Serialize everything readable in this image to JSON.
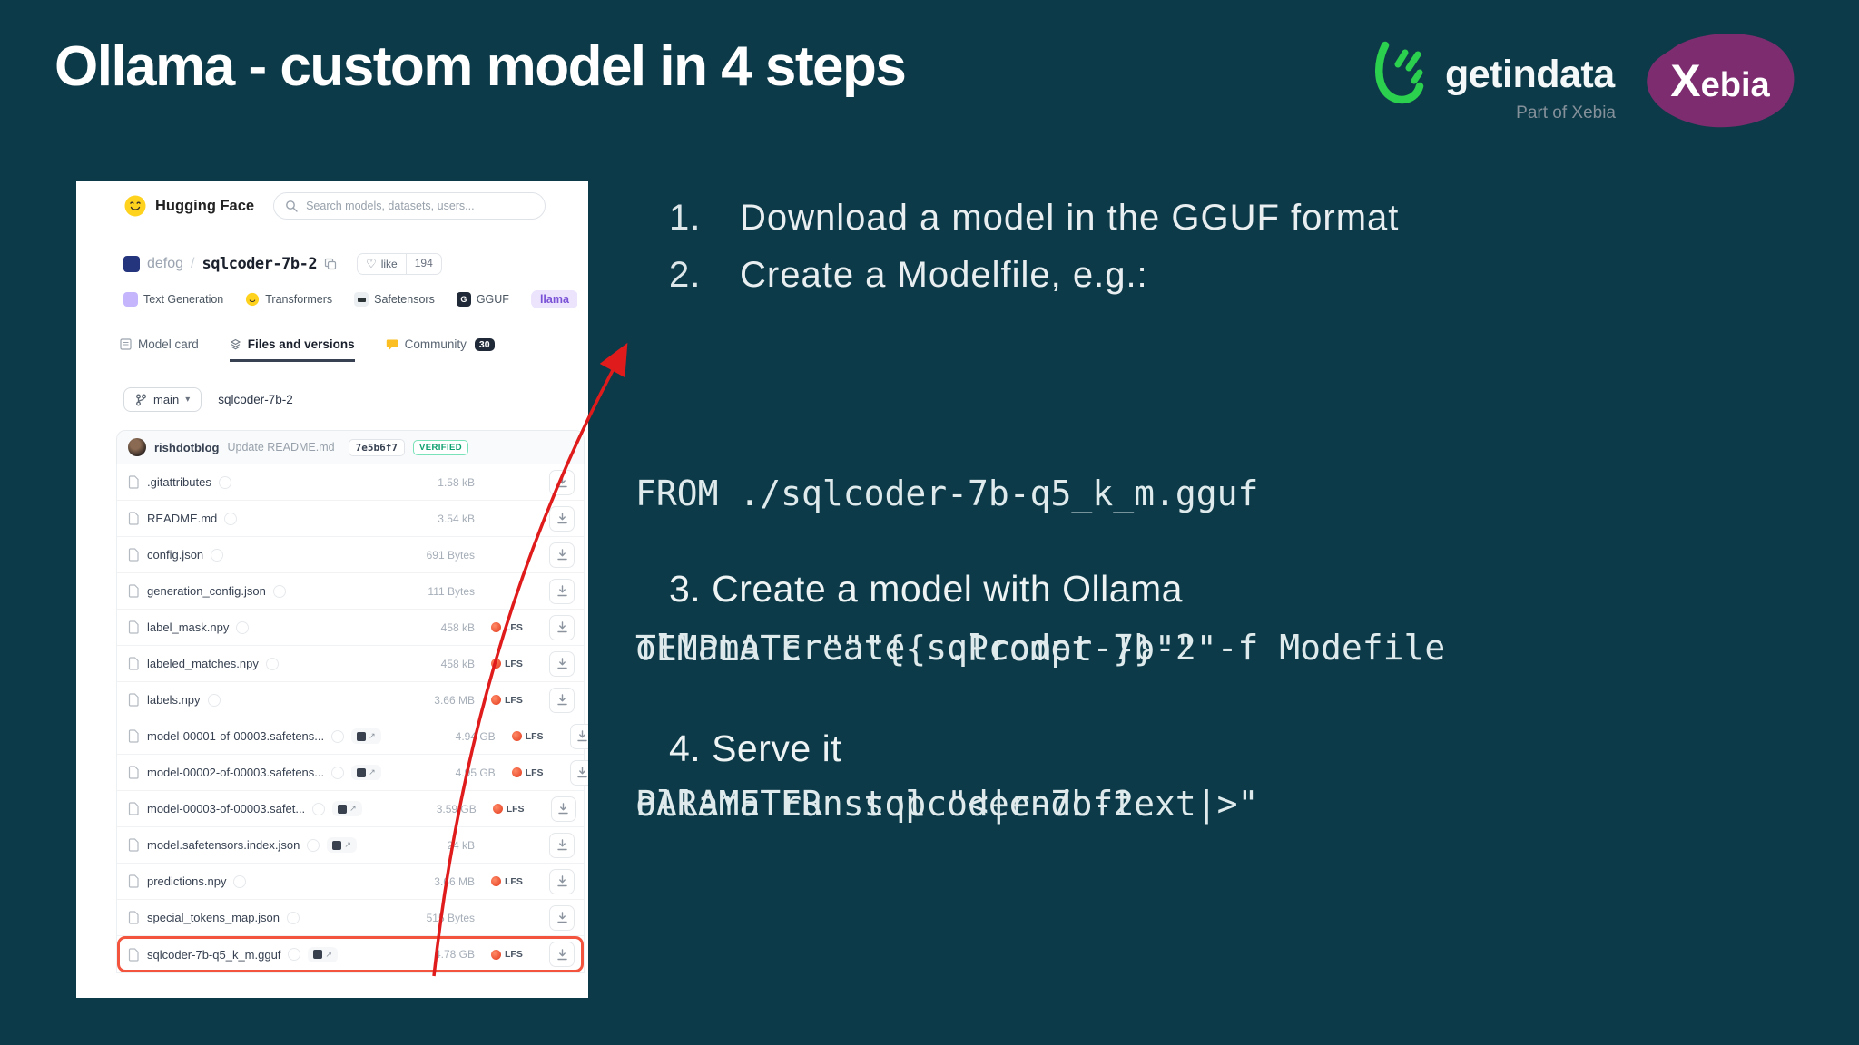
{
  "slide": {
    "title": "Ollama - custom model in 4 steps",
    "background_color": "#0d3a48",
    "arrow_color": "#e01b1b",
    "highlight_color": "#f2543d"
  },
  "logos": {
    "getindata_name": "getindata",
    "getindata_sub": "Part of Xebia",
    "getindata_green": "#2bd14e",
    "xebia_name": "Xebia",
    "xebia_purple": "#7d2d6f"
  },
  "steps": {
    "list": [
      {
        "num": "1.",
        "text": "Download a model in the GGUF format"
      },
      {
        "num": "2.",
        "text": "Create a Modelfile, e.g.:"
      }
    ],
    "modelfile_lines": [
      "FROM ./sqlcoder-7b-q5_k_m.gguf",
      "TEMPLATE \"\"\"{{ .Prompt }}\"\"\"",
      "PARAMETER stop \"<|endoftext|>\""
    ],
    "step3_heading": "3. Create a model with Ollama",
    "step3_command": "ollama create sqlcoder-7b-2 -f Modefile",
    "step4_heading": "4. Serve it",
    "step4_command": "ollama run sqlcoder-7b-2"
  },
  "huggingface": {
    "brand": "Hugging Face",
    "search_placeholder": "Search models, datasets, users...",
    "org": "defog",
    "model_name": "sqlcoder-7b-2",
    "like_label": "like",
    "like_count": "194",
    "tags": [
      {
        "label": "Text Generation",
        "icon": "text-generation-icon"
      },
      {
        "label": "Transformers",
        "icon": "transformers-icon"
      },
      {
        "label": "Safetensors",
        "icon": "safetensors-icon"
      },
      {
        "label": "GGUF",
        "icon": "gguf-icon"
      },
      {
        "label": "llama",
        "icon": "llama-tag"
      }
    ],
    "tabs": [
      {
        "label": "Model card",
        "active": false
      },
      {
        "label": "Files and versions",
        "active": true
      },
      {
        "label": "Community",
        "badge": "30",
        "active": false
      }
    ],
    "branch": "main",
    "breadcrumb": "sqlcoder-7b-2",
    "commit": {
      "author": "rishdotblog",
      "message": "Update README.md",
      "hash": "7e5b6f7",
      "badge": "VERIFIED"
    },
    "lfs_label": "LFS",
    "files": [
      {
        "name": ".gitattributes",
        "size": "1.58 kB",
        "lfs": false,
        "badge": false,
        "highlighted": false
      },
      {
        "name": "README.md",
        "size": "3.54 kB",
        "lfs": false,
        "badge": false,
        "highlighted": false
      },
      {
        "name": "config.json",
        "size": "691 Bytes",
        "lfs": false,
        "badge": false,
        "highlighted": false
      },
      {
        "name": "generation_config.json",
        "size": "111 Bytes",
        "lfs": false,
        "badge": false,
        "highlighted": false
      },
      {
        "name": "label_mask.npy",
        "size": "458 kB",
        "lfs": true,
        "badge": false,
        "highlighted": false
      },
      {
        "name": "labeled_matches.npy",
        "size": "458 kB",
        "lfs": true,
        "badge": false,
        "highlighted": false
      },
      {
        "name": "labels.npy",
        "size": "3.66 MB",
        "lfs": true,
        "badge": false,
        "highlighted": false
      },
      {
        "name": "model-00001-of-00003.safetens...",
        "size": "4.94 GB",
        "lfs": true,
        "badge": true,
        "highlighted": false
      },
      {
        "name": "model-00002-of-00003.safetens...",
        "size": "4.95 GB",
        "lfs": true,
        "badge": true,
        "highlighted": false
      },
      {
        "name": "model-00003-of-00003.safet...",
        "size": "3.59 GB",
        "lfs": true,
        "badge": true,
        "highlighted": false
      },
      {
        "name": "model.safetensors.index.json",
        "size": "24 kB",
        "lfs": false,
        "badge": true,
        "highlighted": false
      },
      {
        "name": "predictions.npy",
        "size": "3.66 MB",
        "lfs": true,
        "badge": false,
        "highlighted": false
      },
      {
        "name": "special_tokens_map.json",
        "size": "515 Bytes",
        "lfs": false,
        "badge": false,
        "highlighted": false
      },
      {
        "name": "sqlcoder-7b-q5_k_m.gguf",
        "size": "4.78 GB",
        "lfs": true,
        "badge": true,
        "highlighted": true
      }
    ]
  }
}
